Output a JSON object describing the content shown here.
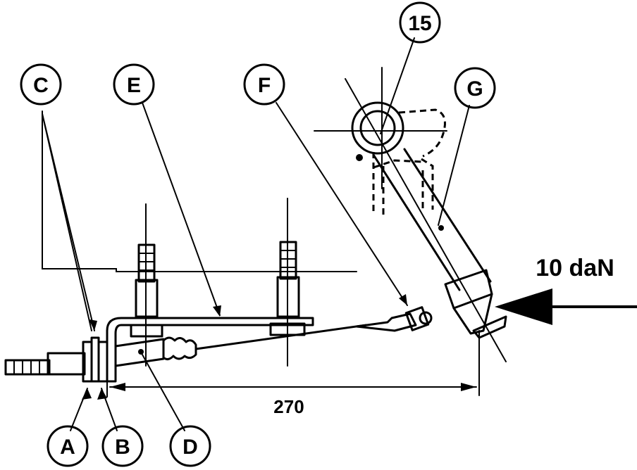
{
  "callouts": {
    "c": "C",
    "e": "E",
    "f": "F",
    "p15": "15",
    "g": "G",
    "a": "A",
    "b": "B",
    "d": "D"
  },
  "dimension": {
    "value": "270"
  },
  "force": {
    "value": "10 daN"
  }
}
